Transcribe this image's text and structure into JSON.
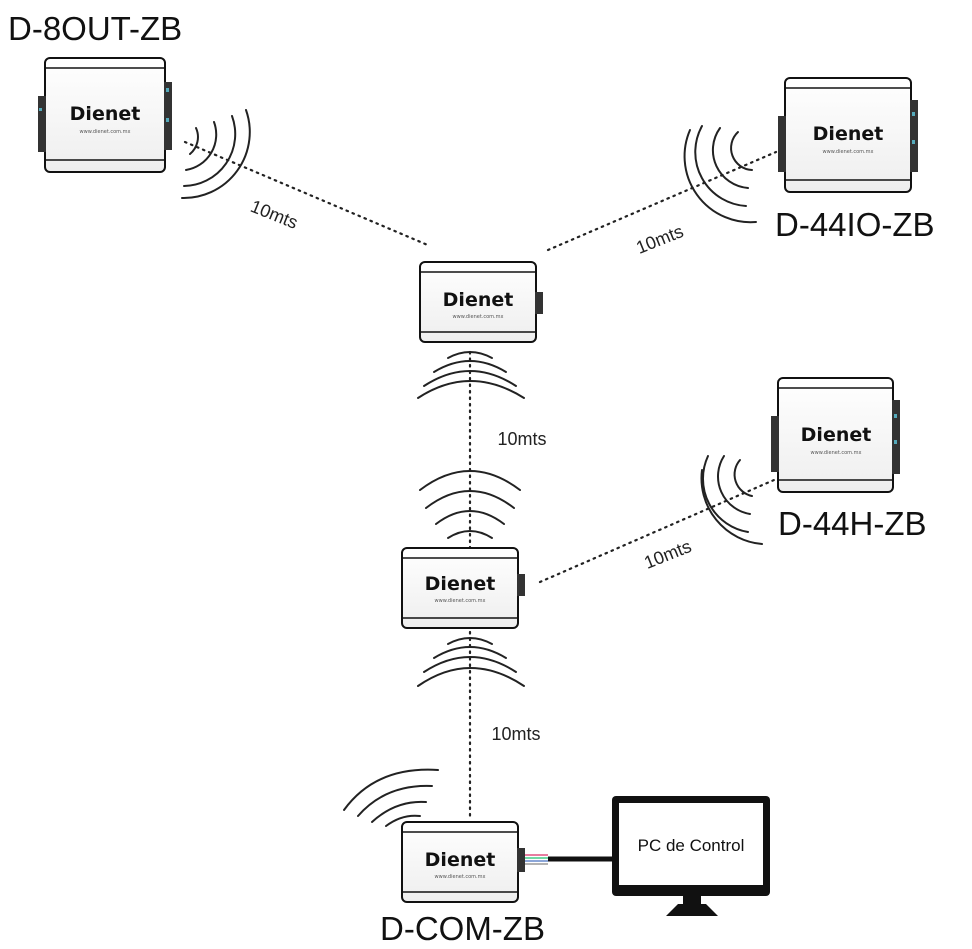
{
  "devices": {
    "d8out": {
      "label": "D-8OUT-ZB",
      "brand": "Dienet",
      "url": "www.dienet.com.mx"
    },
    "d44io": {
      "label": "D-44IO-ZB",
      "brand": "Dienet",
      "url": "www.dienet.com.mx"
    },
    "d44h": {
      "label": "D-44H-ZB",
      "brand": "Dienet",
      "url": "www.dienet.com.mx"
    },
    "dcom": {
      "label": "D-COM-ZB",
      "brand": "Dienet",
      "url": "www.dienet.com.mx"
    },
    "repeater1": {
      "brand": "Dienet",
      "url": "www.dienet.com.mx"
    },
    "repeater2": {
      "brand": "Dienet",
      "url": "www.dienet.com.mx"
    }
  },
  "links": {
    "d8out_repeater1": "10mts",
    "repeater1_d44io": "10mts",
    "repeater1_repeater2": "10mts",
    "repeater2_d44h": "10mts",
    "repeater2_dcom": "10mts"
  },
  "pc": {
    "label": "PC de Control"
  }
}
